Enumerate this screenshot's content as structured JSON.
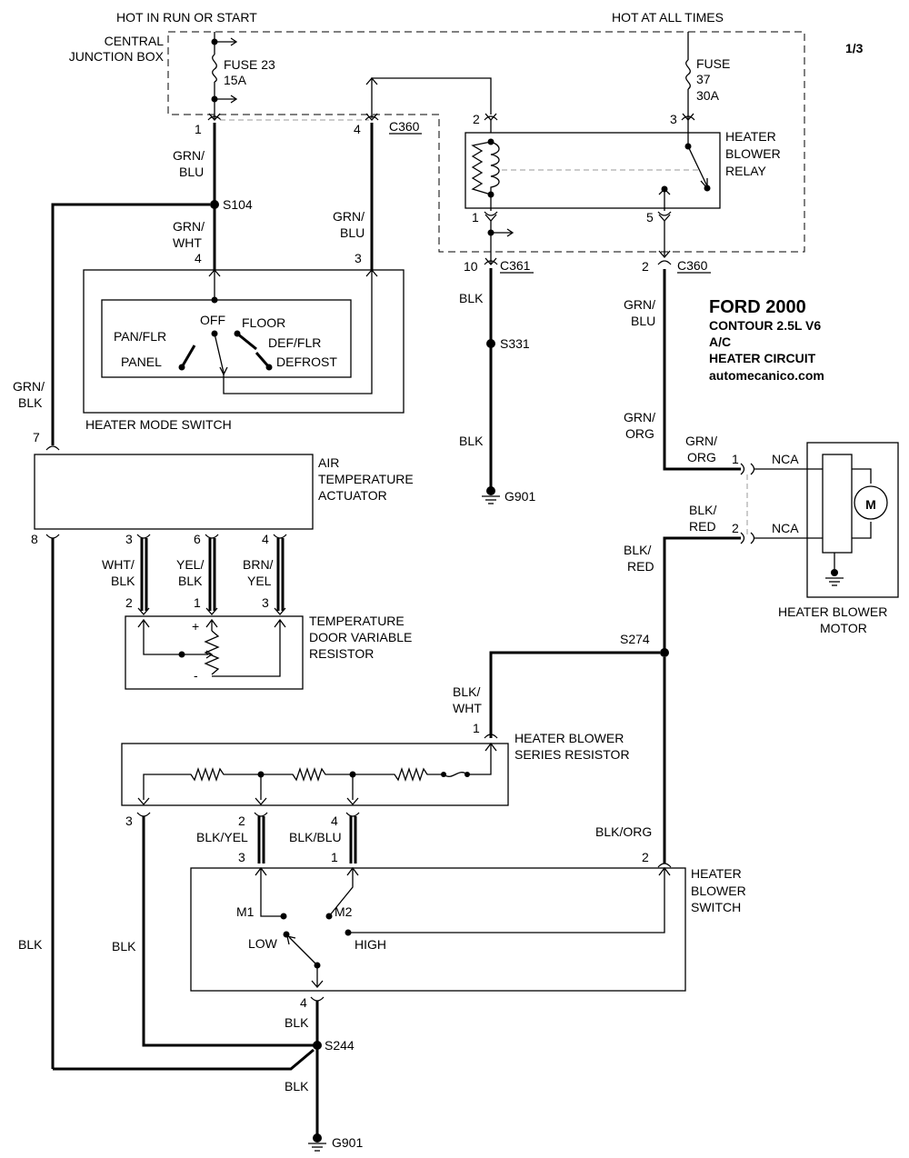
{
  "page_id": "1/3",
  "title": {
    "make": "FORD 2000",
    "model": "CONTOUR  2.5L  V6",
    "system": "A/C",
    "circuit": "HEATER CIRCUIT",
    "site": "automecanico.com"
  },
  "power": {
    "hot_run_start": "HOT IN RUN OR START",
    "hot_all_times": "HOT AT ALL TIMES",
    "cjb_line1": "CENTRAL",
    "cjb_line2": "JUNCTION BOX",
    "fuse23_name": "FUSE 23",
    "fuse23_rating": "15A",
    "fuse37_name": "FUSE",
    "fuse37_num": "37",
    "fuse37_rating": "30A"
  },
  "relay": {
    "line1": "HEATER",
    "line2": "BLOWER",
    "line3": "RELAY"
  },
  "connectors": {
    "c360": "C360",
    "c361": "C361"
  },
  "splices": {
    "s104": "S104",
    "s331": "S331",
    "s274": "S274",
    "s244": "S244"
  },
  "grounds": {
    "g901": "G901"
  },
  "wires": {
    "grn_blu_1": "GRN/",
    "grn_blu_2": "BLU",
    "grn_wht_1": "GRN/",
    "grn_wht_2": "WHT",
    "grn_blk_1": "GRN/",
    "grn_blk_2": "BLK",
    "blk": "BLK",
    "grn_org_1": "GRN/",
    "grn_org_2": "ORG",
    "blk_red_1": "BLK/",
    "blk_red_2": "RED",
    "wht_blk_1": "WHT/",
    "wht_blk_2": "BLK",
    "yel_blk_1": "YEL/",
    "yel_blk_2": "BLK",
    "brn_yel_1": "BRN/",
    "brn_yel_2": "YEL",
    "blk_wht_1": "BLK/",
    "blk_wht_2": "WHT",
    "blk_yel": "BLK/YEL",
    "blk_blu": "BLK/BLU",
    "blk_org": "BLK/ORG"
  },
  "pins": {
    "p1": "1",
    "p2": "2",
    "p3": "3",
    "p4": "4",
    "p5": "5",
    "p6": "6",
    "p7": "7",
    "p8": "8",
    "p10": "10"
  },
  "mode_switch": {
    "name": "HEATER MODE SWITCH",
    "off": "OFF",
    "floor": "FLOOR",
    "pan_flr": "PAN/FLR",
    "def_flr": "DEF/FLR",
    "panel": "PANEL",
    "defrost": "DEFROST"
  },
  "actuator": {
    "line1": "AIR",
    "line2": "TEMPERATURE",
    "line3": "ACTUATOR"
  },
  "temp_resistor": {
    "line1": "TEMPERATURE",
    "line2": "DOOR VARIABLE",
    "line3": "RESISTOR",
    "plus": "+",
    "minus": "-"
  },
  "series_resistor": {
    "line1": "HEATER BLOWER",
    "line2": "SERIES RESISTOR"
  },
  "blower_switch": {
    "line1": "HEATER",
    "line2": "BLOWER",
    "line3": "SWITCH",
    "m1": "M1",
    "m2": "M2",
    "low": "LOW",
    "high": "HIGH"
  },
  "motor": {
    "line1": "HEATER BLOWER",
    "line2": "MOTOR",
    "symbol": "M",
    "nca": "NCA"
  }
}
